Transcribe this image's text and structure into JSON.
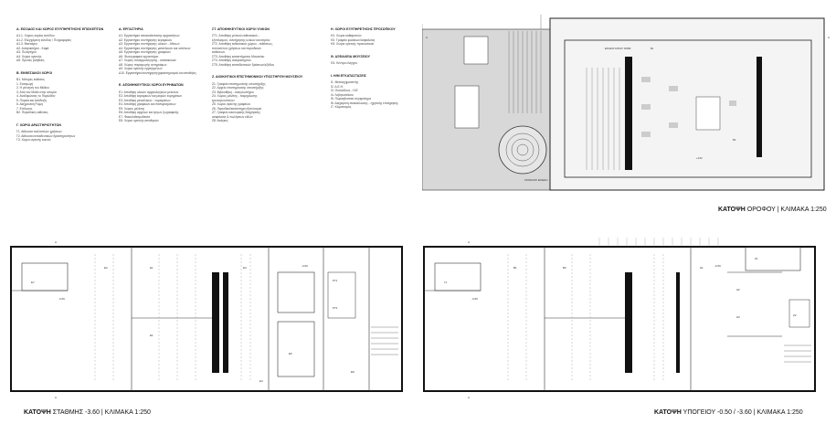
{
  "legend": {
    "col1": [
      {
        "title": "Α. ΕΙΣΟΔΟΣ ΚΑΙ ΧΩΡΟΣ ΕΞΥΠΗΡΕΤΗΣΗΣ ΕΠΙΣΚΕΠΤΩΝ",
        "items": [
          "Α1.1. Χώρος κυρίας εισόδου",
          "Α1.2. Ελεγχόμενη είσοδος / Πληροφορίες",
          "Α1.3. Βεστιάριο",
          "Α2. Αναψυκτήριο - Καφέ",
          "Α3. Πωλητήριο",
          "Α4. Χώροι υγιεινής",
          "Α5. Πρώτες βοήθειες"
        ]
      },
      {
        "title": "Β. ΕΚΘΕΣΙΑΚΟΙ ΧΩΡΟΙ",
        "items": [
          "Β1. Μόνιμες εκθέσεις",
          "1. Εισαγωγή",
          "2. Η γέννηση του Μύθου",
          "3. Από τον Μύθο στην ιστορία",
          "4. Αναδιφώντας το Παρελθόν",
          "5. Πορεία και Ανάδειξη",
          "6. Διαχρονική Ρώμη",
          "7. Επίλογος",
          "Β2. Περιοδικές εκθέσεις"
        ]
      },
      {
        "title": "Γ. ΧΩΡΟΙ ΔΡΑΣΤΗΡΙΟΤΗΤΩΝ",
        "items": [
          "Γ1. Αίθουσα πολλαπλών χρήσεων",
          "Γ2. Αίθουσα εκπαιδευτικών δραστηριοτήτων",
          "Γ3. Χώροι υγιεινής κοινού"
        ]
      }
    ],
    "col2": [
      {
        "title": "Δ. ΕΡΓΑΣΤΗΡΙΑ",
        "items": [
          "Δ1. Εργαστήριο αποκατάστασης αρχαιοτήτων",
          "Δ2. Εργαστήριο συντήρησης κεραμικών",
          "Δ3. Εργαστήριο συντήρησης υλικών - λίθινων",
          "Δ4. Εργαστήριο συντήρησης μεταλλικών και οστέινων",
          "Δ5. Εργαστήριο συντήρησης γραφικών",
          "Δ6. Φωτογραφικό εργαστήριο",
          "Δ7. Χώρος συναρμολόγησης - κατασκευών",
          "Δ8. Χώρος παραγωγής αντιγράφων",
          "Δ9. Χώροι υγιεινής εργαζομένων",
          "Δ10. Εργαστήριο/συντήρηση/χαρακτηρισμού και αποθήκη"
        ]
      },
      {
        "title": "Ε. ΑΠΟΘΗΚΕΥΤΙΚΟΙ ΧΩΡΟΙ ΕΥΡΗΜΑΤΩΝ",
        "items": [
          "Ε1. Αποθήκη υλικών αρχαιολογικών μελετών",
          "Ε2. Αποθήκη κεραμικών και μικρών ευρημάτων",
          "Ε3. Αποθήκη μεταλλικών - νομισμάτων",
          "Ε4. Αποθήκη γραφικών και παπυρισμάτων",
          "Ε5. Χώρος μελέτης",
          "Ε6. Αποθήκη αρχείων και έργων ζωγραφικής",
          "Ε7. Φακελοθεσμοθεσία",
          "Ε8. Χώροι υγιεινής αποθηκών"
        ]
      }
    ],
    "col3": [
      {
        "title": "ΣΤ. ΑΠΟΘΗΚΕΥΤΙΚΟΙ ΧΩΡΟΙ ΥΛΙΚΩΝ",
        "items": [
          "ΣΤ1. Αποθήκη γενικού εκθεσιακού -",
          "εξοπλισμού, συντήρησης υλικών και κτιρίου",
          "ΣΤ2. Αποθήκη εκθεσιακού χώρου - εκθέσεως,",
          "πολλαπλών χρήσεων και περιοδικών",
          "εκθέσεων",
          "ΣΤ3. Αποθήκη καταστήματος Μουσείου",
          "ΣΤ4. Αποθήκη αναψυκτηρίου",
          "ΣΤ5. Αποθήκη εκπαιδευτικών δράσεων/εξόδου"
        ]
      },
      {
        "title": "Ζ. ΔΙΟΙΚΗΤΙΚΟΙ ΕΠΙΣΤΗΜΟΝΙΚΟΙ ΥΠΟΣΤΗΡΙΞΗ ΜΟΥΣΕΙΟΥ",
        "items": [
          "Ζ1. Γραφεία επιστημονικής υποστήριξης",
          "Ζ2. Αρχείο επιστημονικής υποστήριξης",
          "Ζ3. Βιβλιοθήκη - αναγνωστήριο",
          "Ζ4. Χώρος μελέτης - τεκμηρίωσης",
          "ερευνητών/ιστών",
          "Ζ5. Χώροι υγιεινής γραφείων",
          "Ζ6. Περιοδικό/κατάστημα εξοπλισμού",
          "Ζ7. Γραφείο οικονομικής διαχείρισης",
          "ασφαλείας & πωλήσεων ειδών",
          "Ζ8. Ανάγκες"
        ]
      }
    ],
    "col4": [
      {
        "title": "Η. ΧΩΡΟΙ ΕΞΥΠΗΡΕΤΗΣΗΣ ΠΡΟΣΩΠΙΚΟΥ",
        "items": [
          "Η1. Χώροι καθαριστών",
          "Η2. Γραφείο φυλάκων/ασφαλείας",
          "Η3. Χώροι υγιεινής προσωπικού"
        ]
      },
      {
        "title": "Θ. ΑΣΦΑΛΕΙΑ ΜΟΥΣΕΙΟΥ",
        "items": [
          "Θ1. Κέντρο ελέγχου"
        ]
      },
      {
        "title": "Ι. Η/Μ ΕΓΚΑΤΑΣΤΑΣΕΙΣ",
        "items": [
          "Ι1. Μετασχηματιστής",
          "Ι2. Δ.Ε.Η.",
          "Ι3. Ουσιώδους - Η/Ζ",
          "Ι4. Λεβητοστάσιο",
          "Ι5. Πυροσβεστικό συγκρότημα",
          "Ι6. Διαχείριση ανακύκλωσης - ηχητικής επιτήρησης",
          "Ι7. Κλιματισμός"
        ]
      }
    ]
  },
  "plans": {
    "roof": {
      "caption_main": "ΚΑΤΟΨΗ",
      "caption_sub": "ΟΡΟΦΟΥ | ΚΛΙΜΑΚΑ 1:250",
      "labels": [
        "ΚΑΤΑΝΑΝΤΙ ΕΚΘΕΣΗ",
        "ΕΙΣΟΔΟΣ ΚΟΙΝΟΥ ΝΟΜΙΣ",
        "Β1",
        "Β2",
        "+3.50",
        "Α",
        "Α"
      ]
    },
    "station": {
      "caption_main": "ΚΑΤΟΨΗ",
      "caption_sub": "ΣΤΑΘΜΗΣ -3.60 | ΚΛΙΜΑΚΑ 1:250",
      "labels": [
        "Ε2",
        "Ε1",
        "Ε1",
        "Ε3",
        "Ε4",
        "Ε5",
        "ΣΤ1",
        "ΣΤ2",
        "Ε7",
        "-3.60",
        "-3.60",
        "Α",
        "Α",
        "Ε8"
      ]
    },
    "basement": {
      "caption_main": "ΚΑΤΟΨΗ",
      "caption_sub": "ΥΠΟΓΕΙΟΥ -0.50 / -3.60 | ΚΛΙΜΑΚΑ 1:250",
      "labels": [
        "Β1",
        "Β2",
        "Δ1",
        "Δ2",
        "Δ3",
        "Ζ1",
        "Ζ2",
        "Γ1",
        "-0.50",
        "-3.60",
        "Α",
        "Α"
      ]
    }
  },
  "colors": {
    "line": "#222222",
    "hatch": "#9a9a9a",
    "concrete": "#dcdcdc",
    "wall": "#111111"
  }
}
